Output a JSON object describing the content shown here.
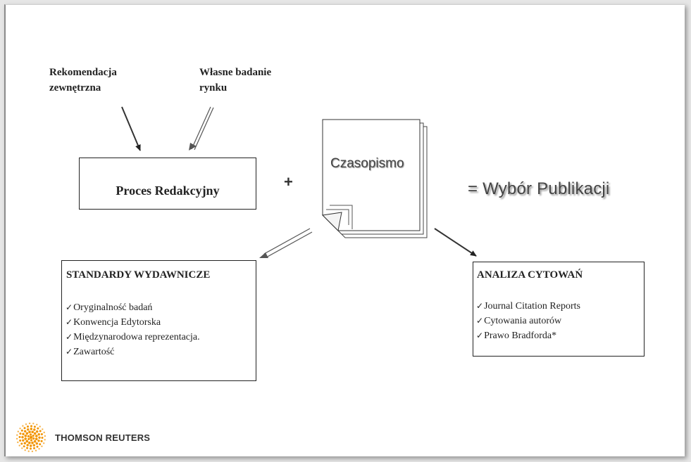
{
  "sources": {
    "left": [
      "Rekomendacja",
      "zewnętrzna"
    ],
    "right": [
      "Własne badanie",
      "rynku"
    ]
  },
  "process": {
    "label": "Proces Redakcyjny"
  },
  "operators": {
    "plus": "+"
  },
  "document": {
    "label": "Czasopismo"
  },
  "result": {
    "label": "= Wybór Publikacji"
  },
  "standards": {
    "title": "STANDARDY WYDAWNICZE",
    "items": [
      "Oryginalność badań",
      "Konwencja Edytorska",
      "Międzynarodowa reprezentacja.",
      "Zawartość"
    ]
  },
  "citations": {
    "title": "ANALIZA CYTOWAŃ",
    "items": [
      "Journal Citation Reports",
      "Cytowania autorów",
      "Prawo Bradforda*"
    ]
  },
  "logo": {
    "text": "THOMSON REUTERS",
    "icon": "thomson-reuters-logo-icon",
    "color": "#f29400"
  }
}
